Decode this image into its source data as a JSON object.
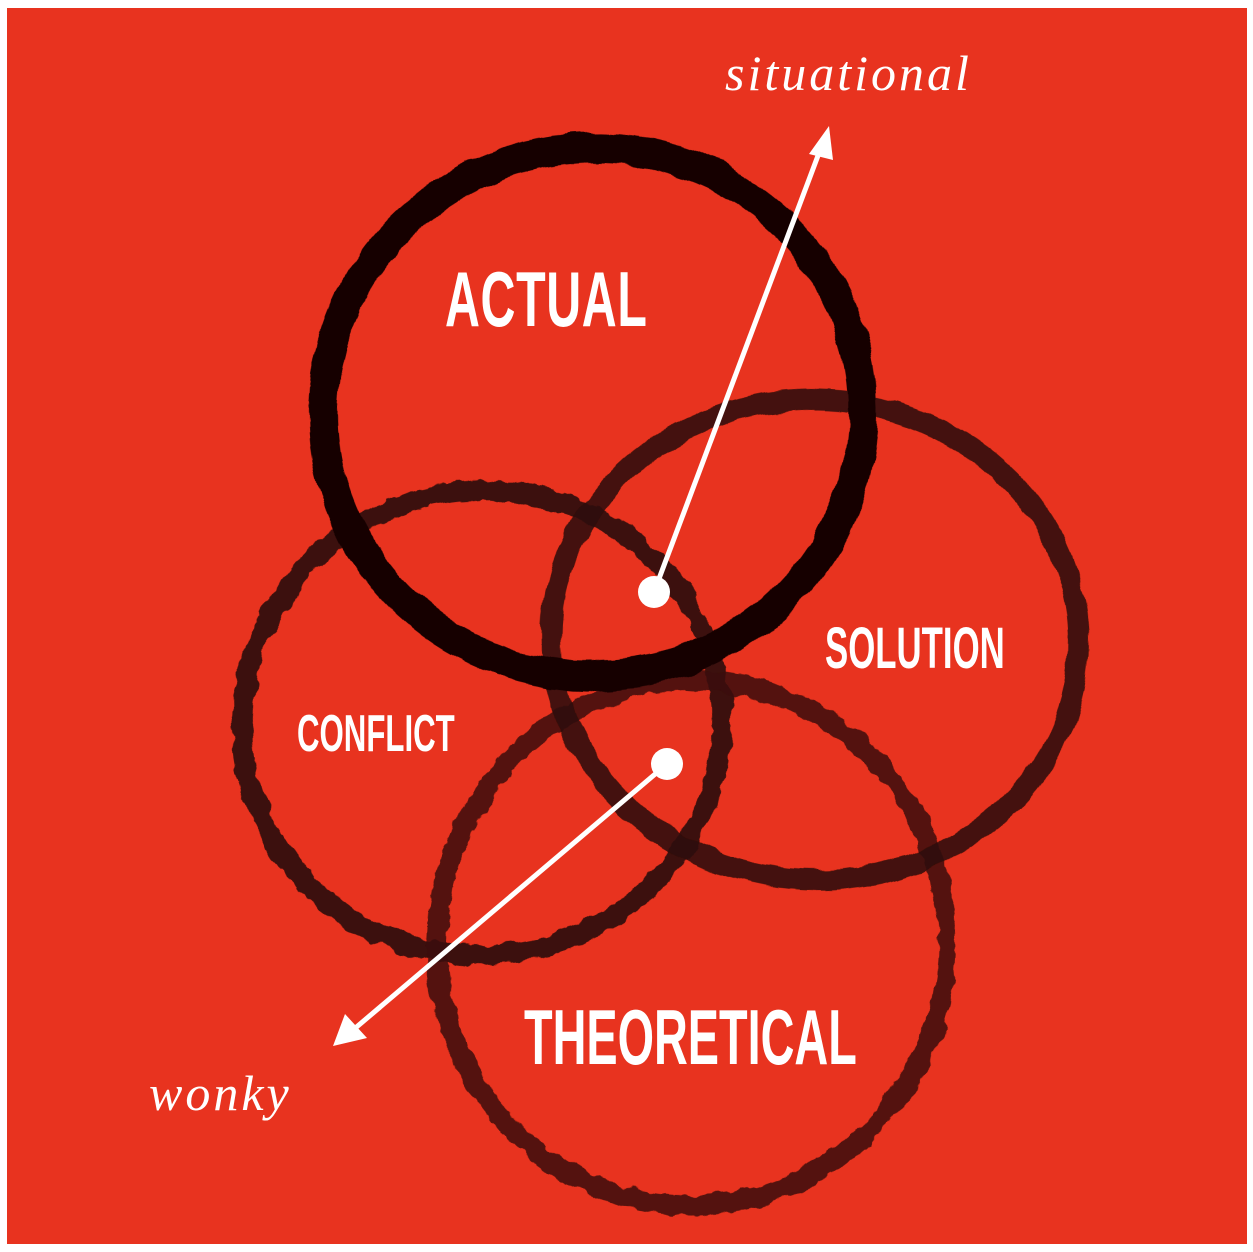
{
  "background_color": "#E8331F",
  "ink_color": "#1a0a08",
  "arrow_color": "#ffffff",
  "labels": {
    "actual": "ACTUAL",
    "solution": "SOLUTION",
    "conflict": "CONFLICT",
    "theoretical": "THEORETICAL",
    "situational": "situational",
    "wonky": "wonky"
  }
}
